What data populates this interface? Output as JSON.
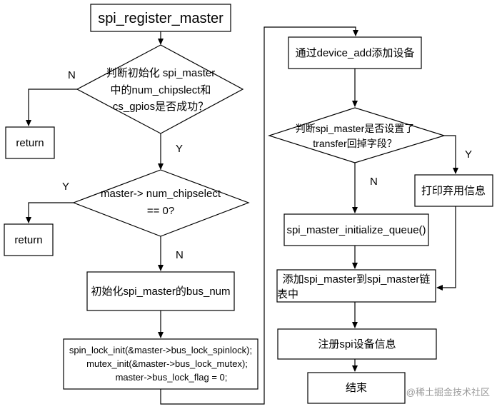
{
  "title": "spi_register_master",
  "decision1": {
    "line1": "判断初始化 spi_master",
    "line2": "中的num_chipslect和",
    "line3": "cs_gpios是否成功？"
  },
  "return_label": "return",
  "decision2": {
    "line1": "master-> num_chipselect",
    "line2": "== 0?"
  },
  "init_bus": "初始化spi_master的bus_num",
  "init_locks": {
    "line1": "spin_lock_init(&master->bus_lock_spinlock);",
    "line2": "mutex_init(&master->bus_lock_mutex);",
    "line3": "master->bus_lock_flag = 0;"
  },
  "device_add": "通过device_add添加设备",
  "decision3": {
    "line1": "判断spi_master是否设置了",
    "line2": "transfer回掉字段？"
  },
  "print_info": "打印弃用信息",
  "init_queue": "spi_master_initialize_queue()",
  "add_list": {
    "line1": "添加spi_master到spi_master链",
    "line2": "表中"
  },
  "register_info": "注册spi设备信息",
  "end": "结束",
  "labels": {
    "n": "N",
    "y": "Y"
  },
  "watermark": "@稀土掘金技术社区"
}
